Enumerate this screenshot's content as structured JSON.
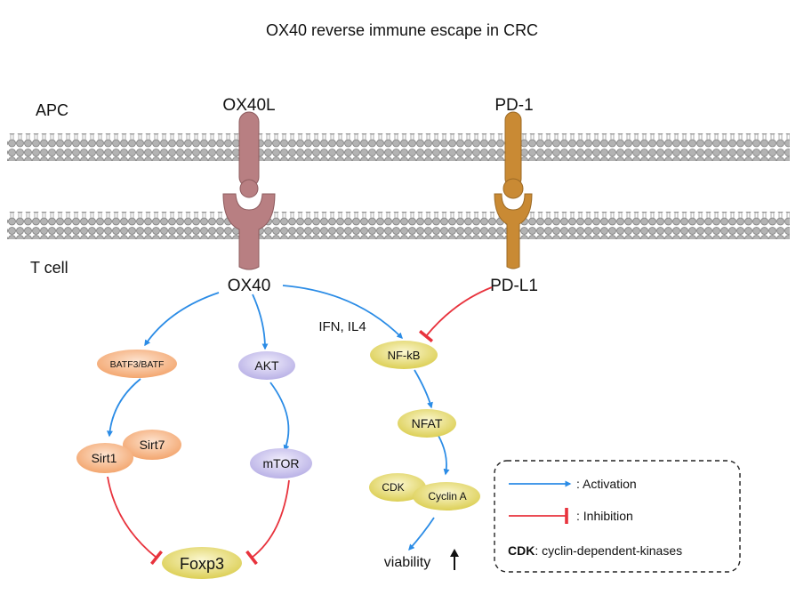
{
  "title": "OX40 reverse immune escape in CRC",
  "membrane_labels": {
    "top": "APC",
    "bottom": "T cell"
  },
  "receptors": {
    "ox40l": "OX40L",
    "ox40": "OX40",
    "pd1": "PD-1",
    "pdl1": "PD-L1"
  },
  "nodes": {
    "batf": "BATF3/BATF",
    "akt": "AKT",
    "sirt1": "Sirt1",
    "sirt7": "Sirt7",
    "mtor": "mTOR",
    "foxp3": "Foxp3",
    "ifn": "IFN, IL4",
    "nfkb": "NF-kB",
    "nfat": "NFAT",
    "cdk": "CDK",
    "cyclin": "Cyclin A",
    "viability": "viability"
  },
  "legend": {
    "activation": ": Activation",
    "inhibition": ": Inhibition",
    "cdk_abbr": "CDK",
    "cdk_def": ": cyclin-dependent-kinases"
  },
  "colors": {
    "activation": "#2b8ce6",
    "inhibition": "#e8333d",
    "ox40_receptor": "#b87f82",
    "pd1_receptor": "#c98a34",
    "membrane_head": "#a8a8a8",
    "node_orange": "#f6b98c",
    "node_purple": "#cfc9ef",
    "node_yellow": "#ece48a"
  },
  "icons": {
    "viability_trend": "up-arrow-icon"
  }
}
